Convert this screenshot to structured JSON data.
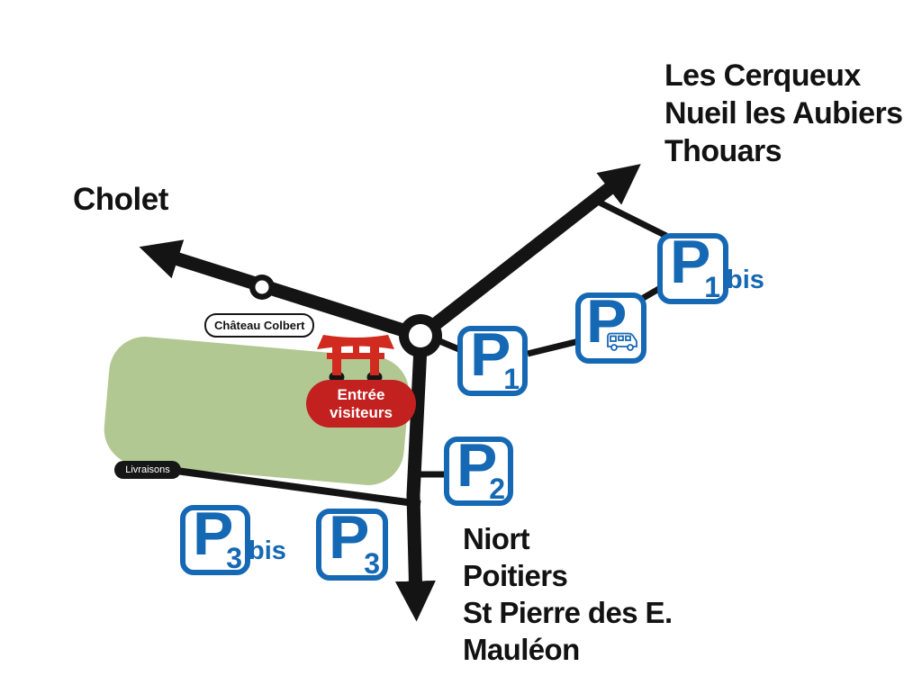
{
  "destinations": {
    "west": "Cholet",
    "north_east": [
      "Les Cerqueux",
      "Nueil les Aubiers",
      "Thouars"
    ],
    "south": [
      "Niort",
      "Poitiers",
      "St Pierre des E.",
      "Mauléon"
    ]
  },
  "landmarks": {
    "chateau": "Château Colbert",
    "visitor_entrance": {
      "line1": "Entrée",
      "line2": "visiteurs"
    },
    "deliveries": "Livraisons"
  },
  "parkings": {
    "p1": {
      "letter": "P",
      "sub": "1"
    },
    "p1_bis": {
      "letter": "P",
      "sub": "1",
      "suffix": "bis"
    },
    "camping_car": {
      "letter": "P",
      "icon": "camper-van-icon"
    },
    "p2": {
      "letter": "P",
      "sub": "2"
    },
    "p3": {
      "letter": "P",
      "sub": "3"
    },
    "p3_bis": {
      "letter": "P",
      "sub": "3",
      "suffix": "bis"
    }
  },
  "icons": {
    "torii": "torii-gate-icon",
    "camper": "camper-van-icon",
    "roundabout_large": "roundabout-icon",
    "roundabout_small": "roundabout-icon",
    "arrows": "direction-arrow-icon"
  },
  "colors": {
    "road_black": "#141414",
    "parking_blue": "#1568b3",
    "park_green": "#b2c892",
    "torii_red": "#d02b1e",
    "entrance_red": "#c22120"
  }
}
